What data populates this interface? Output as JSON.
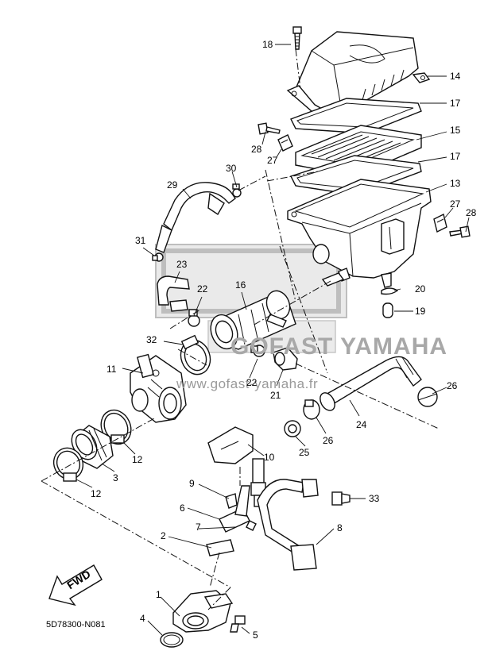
{
  "watermark": {
    "brand": "GOFAST YAMAHA",
    "url": "www.gofast-yamaha.fr"
  },
  "diagram_code": "5D78300-N081",
  "fwd_label": "FWD",
  "callouts": [
    {
      "id": "c18",
      "text": "18"
    },
    {
      "id": "c14",
      "text": "14"
    },
    {
      "id": "c17a",
      "text": "17"
    },
    {
      "id": "c15",
      "text": "15"
    },
    {
      "id": "c17b",
      "text": "17"
    },
    {
      "id": "c28a",
      "text": "28"
    },
    {
      "id": "c27a",
      "text": "27"
    },
    {
      "id": "c30",
      "text": "30"
    },
    {
      "id": "c29",
      "text": "29"
    },
    {
      "id": "c13",
      "text": "13"
    },
    {
      "id": "c27b",
      "text": "27"
    },
    {
      "id": "c28b",
      "text": "28"
    },
    {
      "id": "c31",
      "text": "31"
    },
    {
      "id": "c23",
      "text": "23"
    },
    {
      "id": "c16",
      "text": "16"
    },
    {
      "id": "c22a",
      "text": "22"
    },
    {
      "id": "c20",
      "text": "20"
    },
    {
      "id": "c19",
      "text": "19"
    },
    {
      "id": "c32",
      "text": "32"
    },
    {
      "id": "c11",
      "text": "11"
    },
    {
      "id": "c22b",
      "text": "22"
    },
    {
      "id": "c21",
      "text": "21"
    },
    {
      "id": "c26a",
      "text": "26"
    },
    {
      "id": "c24",
      "text": "24"
    },
    {
      "id": "c26b",
      "text": "26"
    },
    {
      "id": "c25",
      "text": "25"
    },
    {
      "id": "c12a",
      "text": "12"
    },
    {
      "id": "c3",
      "text": "3"
    },
    {
      "id": "c12b",
      "text": "12"
    },
    {
      "id": "c10",
      "text": "10"
    },
    {
      "id": "c9",
      "text": "9"
    },
    {
      "id": "c33",
      "text": "33"
    },
    {
      "id": "c6",
      "text": "6"
    },
    {
      "id": "c7",
      "text": "7"
    },
    {
      "id": "c8",
      "text": "8"
    },
    {
      "id": "c2",
      "text": "2"
    },
    {
      "id": "c1",
      "text": "1"
    },
    {
      "id": "c4",
      "text": "4"
    },
    {
      "id": "c5",
      "text": "5"
    }
  ]
}
